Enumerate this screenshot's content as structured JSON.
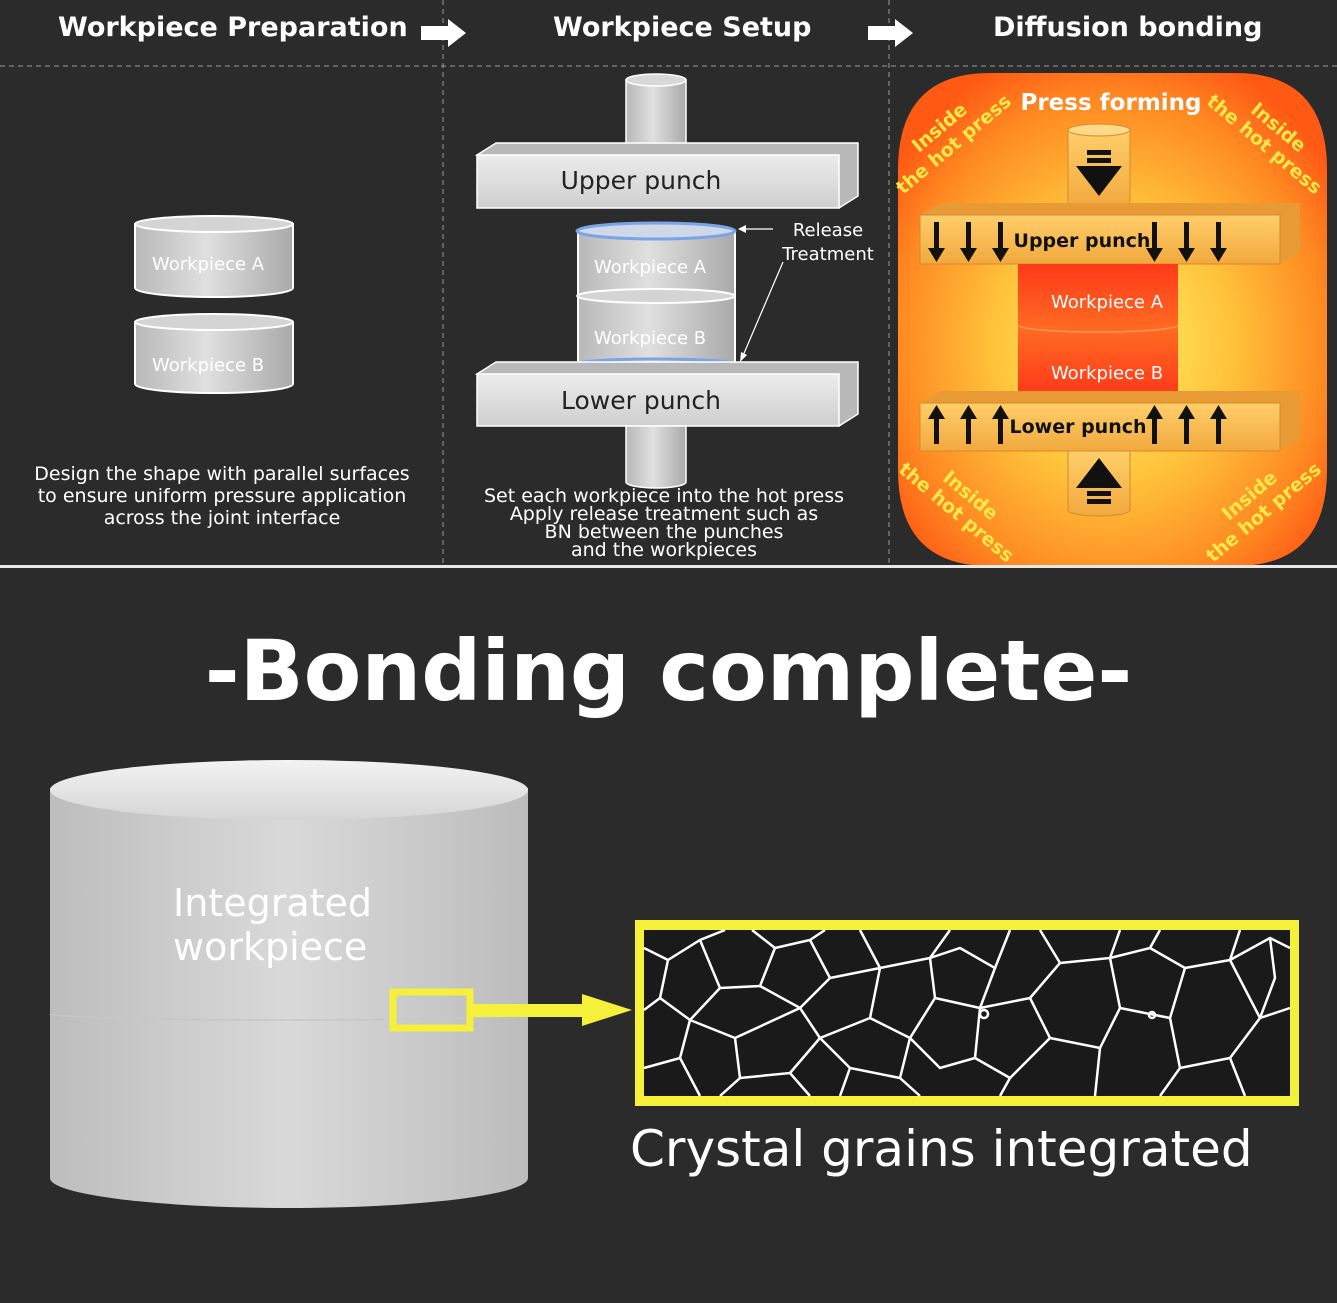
{
  "steps": [
    {
      "title": "Workpiece Preparation",
      "caption": "Design the shape with parallel surfaces\nto ensure uniform pressure application\nacross the joint interface"
    },
    {
      "title": "Workpiece Setup",
      "caption": "Set each workpiece into the hot press\nApply release treatment such as\nBN between the punches\nand the workpieces"
    },
    {
      "title": "Diffusion bonding"
    }
  ],
  "prep": {
    "workpiece_a": "Workpiece A",
    "workpiece_b": "Workpiece B"
  },
  "setup": {
    "upper_punch": "Upper punch",
    "lower_punch": "Lower punch",
    "workpiece_a": "Workpiece A",
    "workpiece_b": "Workpiece B",
    "release_line1": "Release",
    "release_line2": "Treatment"
  },
  "diffusion": {
    "press_forming": "Press forming",
    "upper_punch": "Upper punch",
    "lower_punch": "Lower punch",
    "workpiece_a": "Workpiece A",
    "workpiece_b": "Workpiece B",
    "inside_line1": "Inside",
    "inside_line2": "the hot press"
  },
  "result": {
    "title": "-Bonding complete-",
    "workpiece_line1": "Integrated",
    "workpiece_line2": "workpiece",
    "grains_caption": "Crystal grains integrated"
  },
  "colors": {
    "background": "#2b2b2b",
    "highlight_yellow": "#f5f03a",
    "press_orange": "#ff6a1a"
  }
}
